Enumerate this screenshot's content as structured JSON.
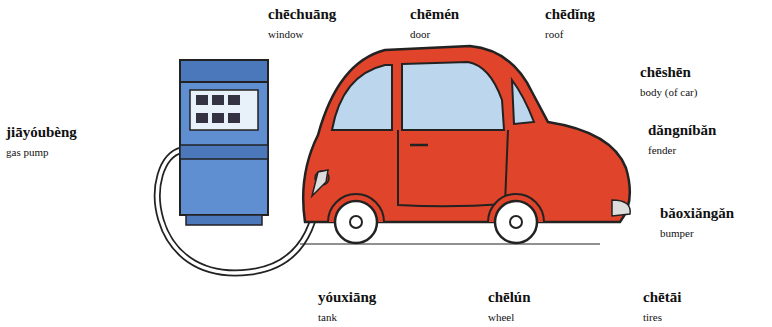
{
  "diagram": {
    "labels": [
      "chēchuāng",
      "window",
      "chēmén",
      "door",
      "chēdǐng",
      "roof",
      "chēshēn",
      "body (of car)",
      "jiāyóubèng",
      "gas pump",
      "dǎngníbǎn",
      "fender",
      "bǎoxiǎngǎn",
      "bumper",
      "yóuxiāng",
      "tank",
      "chēlún",
      "wheel",
      "chētāi",
      "tires"
    ]
  }
}
